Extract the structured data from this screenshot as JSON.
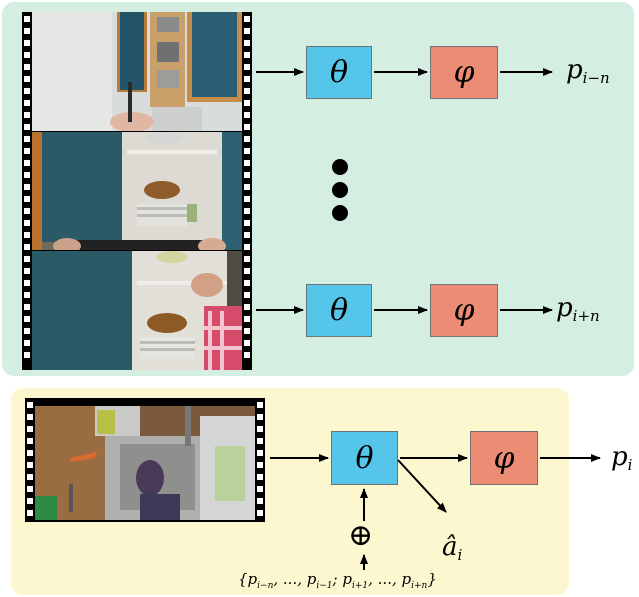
{
  "top_pipeline": {
    "rows": [
      {
        "encoder": "θ",
        "head": "φ",
        "output": {
          "base": "p",
          "sub": "i−n"
        }
      },
      {
        "encoder": "θ",
        "head": "φ",
        "output": {
          "base": "p",
          "sub": "i+n"
        }
      }
    ],
    "ellipsis": "vertical-dots"
  },
  "bottom_pipeline": {
    "encoder": "θ",
    "head": "φ",
    "output": {
      "base": "p",
      "sub": "i"
    },
    "aux_output": {
      "base": "â",
      "sub": "i"
    },
    "combine_symbol": "⊕",
    "context_set": {
      "open": "{",
      "items": [
        {
          "base": "p",
          "sub": "i−n"
        },
        {
          "base": "",
          "sub": ", ..., "
        },
        {
          "base": "p",
          "sub": "i−1"
        },
        {
          "base": "",
          "sub": "; "
        },
        {
          "base": "p",
          "sub": "i+1"
        },
        {
          "base": "",
          "sub": ", ..., "
        },
        {
          "base": "p",
          "sub": "i+n"
        }
      ],
      "close": "}"
    }
  },
  "colors": {
    "top_panel": "#d4eee2",
    "bottom_panel": "#fdf7cf",
    "encoder_box": "#56c5ea",
    "head_box": "#ec8c74"
  }
}
